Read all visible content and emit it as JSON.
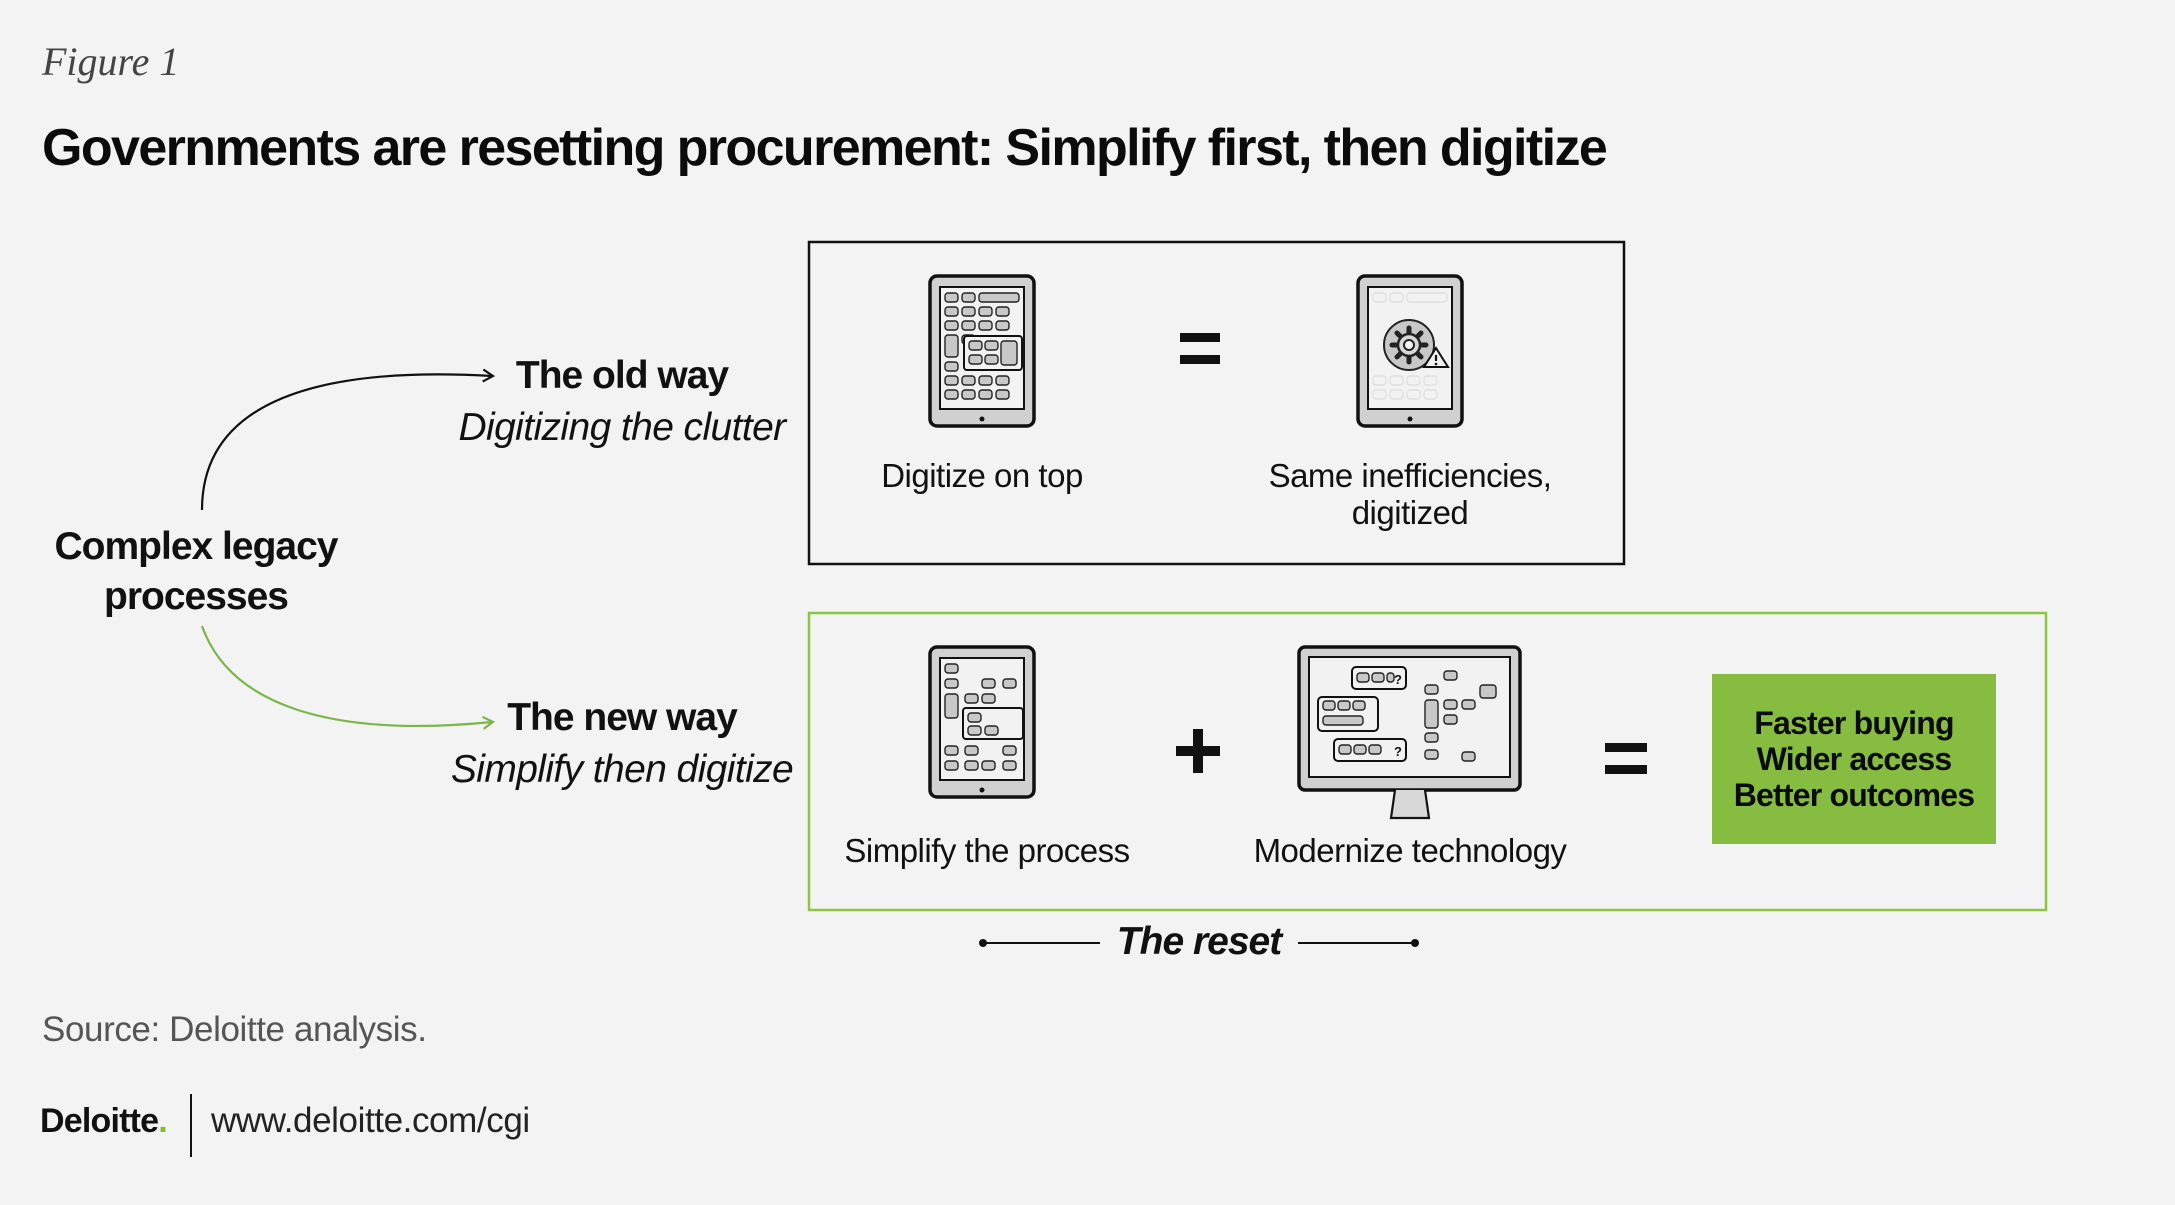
{
  "figure_label": "Figure 1",
  "title": "Governments are resetting procurement: Simplify first, then digitize",
  "origin": {
    "label_line1": "Complex legacy",
    "label_line2": "processes"
  },
  "old_way": {
    "heading": "The old way",
    "subheading": "Digitizing the clutter",
    "step1_caption": "Digitize on top",
    "operator": "=",
    "result_caption_line1": "Same inefficiencies,",
    "result_caption_line2": "digitized"
  },
  "new_way": {
    "heading": "The new way",
    "subheading": "Simplify then digitize",
    "step1_caption": "Simplify the process",
    "operator_plus": "+",
    "step2_caption": "Modernize technology",
    "operator_equals": "=",
    "outcomes": [
      "Faster buying",
      "Wider access",
      "Better outcomes"
    ],
    "reset_label": "The reset"
  },
  "source": "Source: Deloitte analysis.",
  "brand": {
    "name": "Deloitte",
    "dot": ".",
    "url": "www.deloitte.com/cgi"
  },
  "colors": {
    "accent_green": "#86bc25",
    "box_green_border": "#8cc63f",
    "outcome_fill": "#86bc3f",
    "background": "#f3f3f3"
  },
  "icons": {
    "old_tablet": "cluttered-tablet-icon",
    "broken_gear_tablet": "gear-warning-tablet-icon",
    "simple_tablet": "simplified-tablet-icon",
    "monitor": "modern-monitor-icon"
  }
}
